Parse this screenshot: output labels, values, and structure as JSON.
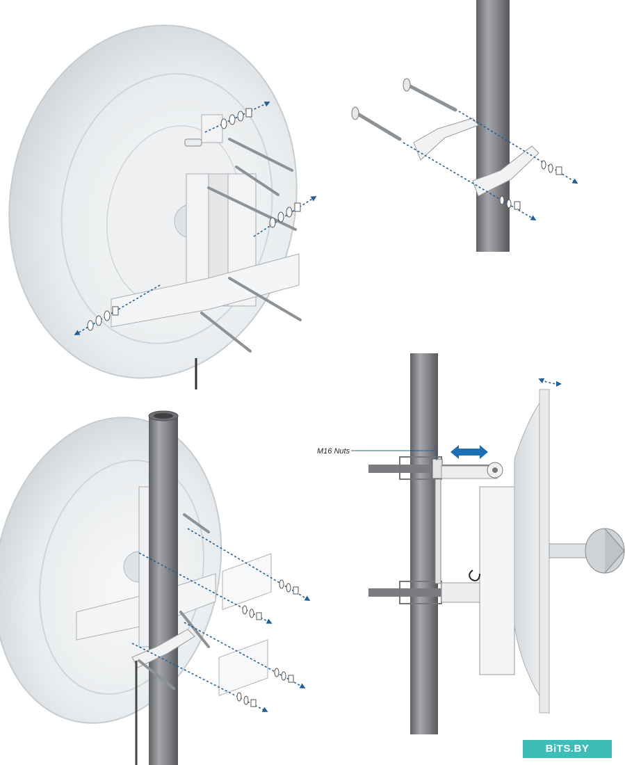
{
  "figure": {
    "callout_label": "M16 Nuts",
    "watermark_text": "BiTS.BY"
  },
  "colors": {
    "pole": "#8a8c8f",
    "pole_dark": "#5f6164",
    "dish": "#e9ecee",
    "dish_edge": "#c7ccd0",
    "bracket": "#f2f3f4",
    "arrow_dashed": "#1f5f99",
    "arrow_solid": "#1c6fb3",
    "watermark_bg": "#3cbdb8"
  },
  "icons": [
    "antenna-dish",
    "mounting-pole",
    "carriage-bolt",
    "pole-bracket",
    "hex-nut",
    "washer",
    "adjustment-arrow"
  ]
}
